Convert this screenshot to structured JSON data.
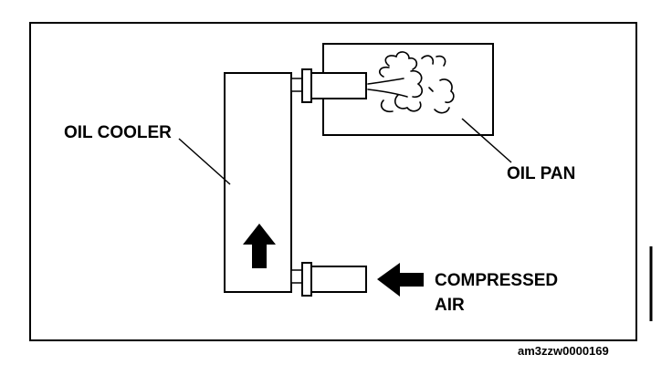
{
  "diagram": {
    "labels": {
      "oil_cooler": "OIL COOLER",
      "oil_pan": "OIL PAN",
      "compressed_line1": "COMPRESSED",
      "compressed_line2": "AIR",
      "figure_code": "am3zzw0000169"
    },
    "flow_direction": "up",
    "input_arrow_direction": "left",
    "colors": {
      "ink": "#000000",
      "background": "#ffffff"
    }
  }
}
